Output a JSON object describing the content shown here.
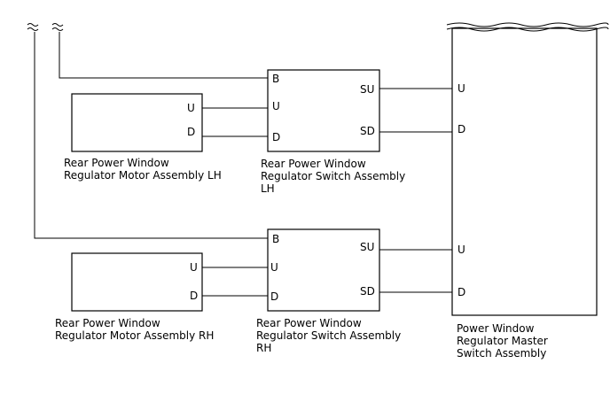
{
  "lh_motor": {
    "caption": [
      "Rear Power Window",
      "Regulator Motor Assembly LH"
    ],
    "pin_u": "U",
    "pin_d": "D"
  },
  "lh_switch": {
    "caption": [
      "Rear Power Window",
      "Regulator Switch Assembly",
      "LH"
    ],
    "pin_b": "B",
    "pin_u": "U",
    "pin_d": "D",
    "pin_su": "SU",
    "pin_sd": "SD"
  },
  "rh_motor": {
    "caption": [
      "Rear Power Window",
      "Regulator Motor Assembly RH"
    ],
    "pin_u": "U",
    "pin_d": "D"
  },
  "rh_switch": {
    "caption": [
      "Rear Power Window",
      "Regulator Switch Assembly",
      "RH"
    ],
    "pin_b": "B",
    "pin_u": "U",
    "pin_d": "D",
    "pin_su": "SU",
    "pin_sd": "SD"
  },
  "master": {
    "caption": [
      "Power Window",
      "Regulator Master",
      "Switch Assembly"
    ],
    "pin_u_lh": "U",
    "pin_d_lh": "D",
    "pin_u_rh": "U",
    "pin_d_rh": "D"
  }
}
